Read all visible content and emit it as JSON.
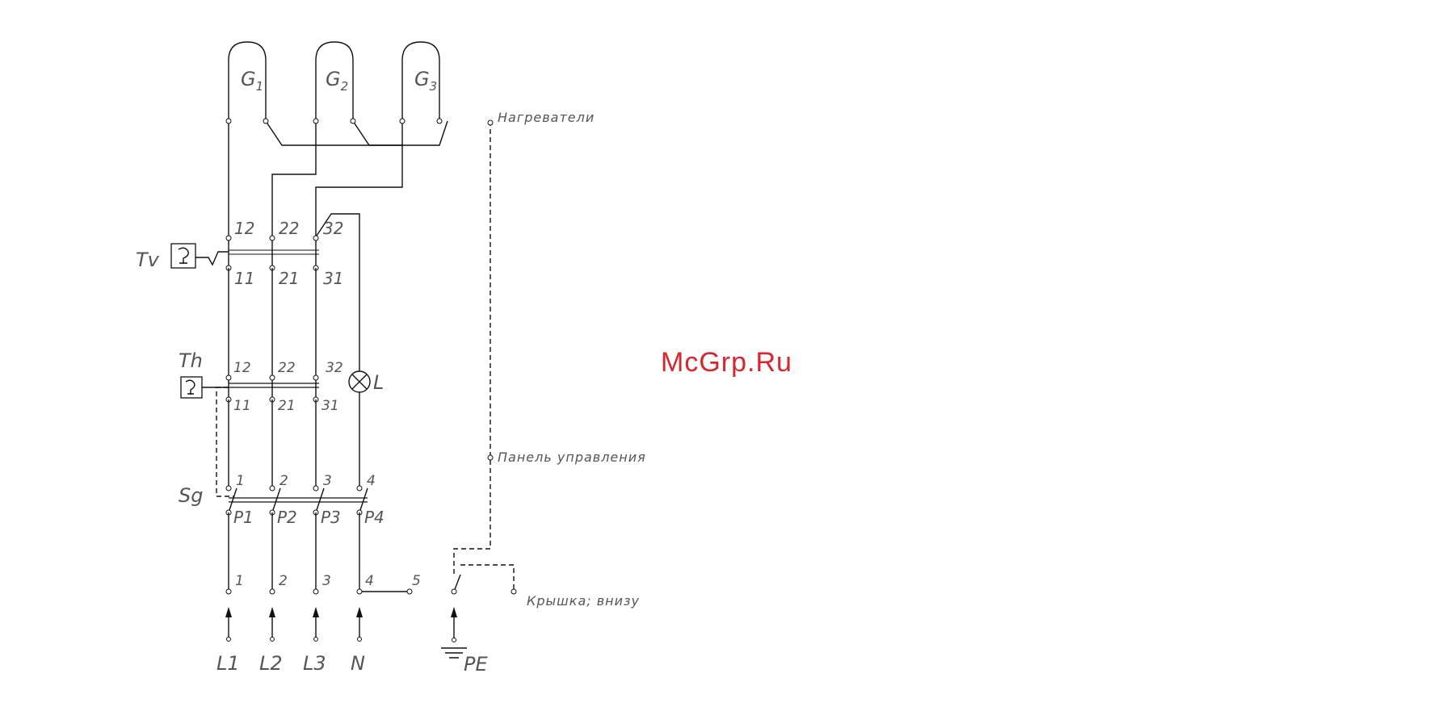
{
  "watermark": "McGrp.Ru",
  "colors": {
    "watermark": "#d9252c",
    "line": "#111111",
    "label": "#555555"
  },
  "heaters": {
    "g1": "G1",
    "g2": "G2",
    "g3": "G3",
    "g1_base": "G",
    "g1_sub": "1",
    "g2_base": "G",
    "g2_sub": "2",
    "g3_base": "G",
    "g3_sub": "3"
  },
  "components": {
    "thermostat_tv": "Tv",
    "thermostat_th": "Th",
    "main_switch": "Sg",
    "lamp": "L"
  },
  "terminals": {
    "tv_top": [
      "12",
      "22",
      "32"
    ],
    "tv_bottom": [
      "11",
      "21",
      "31"
    ],
    "th_top": [
      "12",
      "22",
      "32"
    ],
    "th_bottom": [
      "11",
      "21",
      "31"
    ],
    "sg_top": [
      "1",
      "2",
      "3",
      "4"
    ],
    "sg_bottom": [
      "P1",
      "P2",
      "P3",
      "P4"
    ],
    "block": [
      "1",
      "2",
      "3",
      "4",
      "5"
    ]
  },
  "supply": [
    "L1",
    "L2",
    "L3",
    "N",
    "PE"
  ],
  "annotations": {
    "heaters": "Нагреватели",
    "control_panel": "Панель управления",
    "cover": "Крышка; внизу"
  }
}
